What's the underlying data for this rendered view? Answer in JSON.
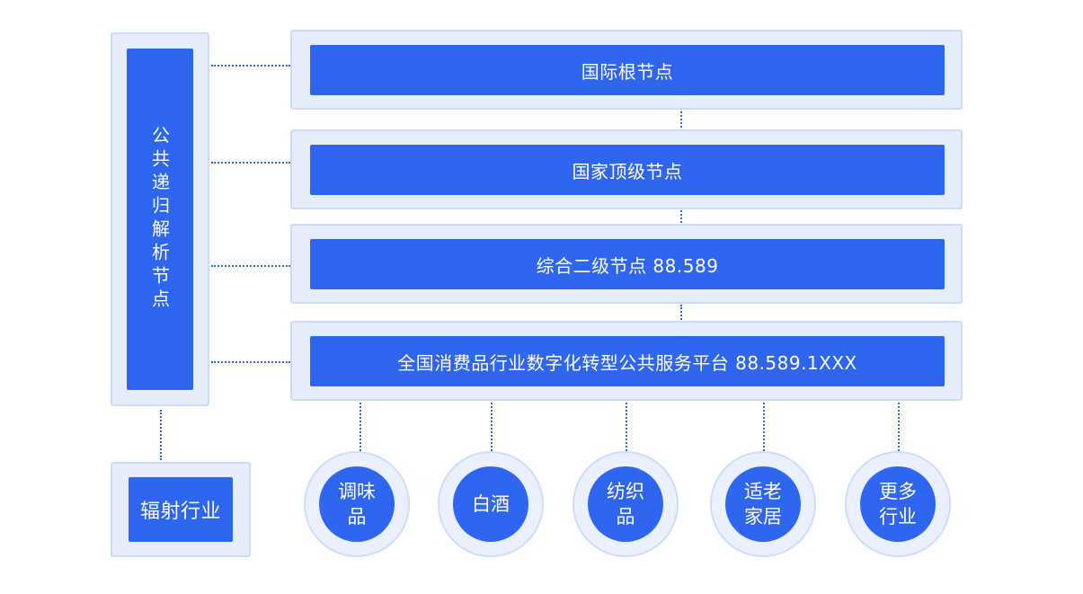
{
  "left_panel": {
    "label": "公共递归解析节点"
  },
  "industry_box": {
    "label": "辐射行业"
  },
  "levels": [
    {
      "label": "国际根节点"
    },
    {
      "label": "国家顶级节点"
    },
    {
      "label": "综合二级节点 88.589"
    },
    {
      "label": "全国消费品行业数字化转型公共服务平台  88.589.1XXX"
    }
  ],
  "industries": [
    {
      "label": "调味品"
    },
    {
      "label": "白酒"
    },
    {
      "label": "纺织品"
    },
    {
      "label": "适老家居"
    },
    {
      "label": "更多行业"
    }
  ],
  "colors": {
    "primary": "#2f66f0",
    "frame": "#e6eefc",
    "frame_border": "#cbdaf7"
  }
}
